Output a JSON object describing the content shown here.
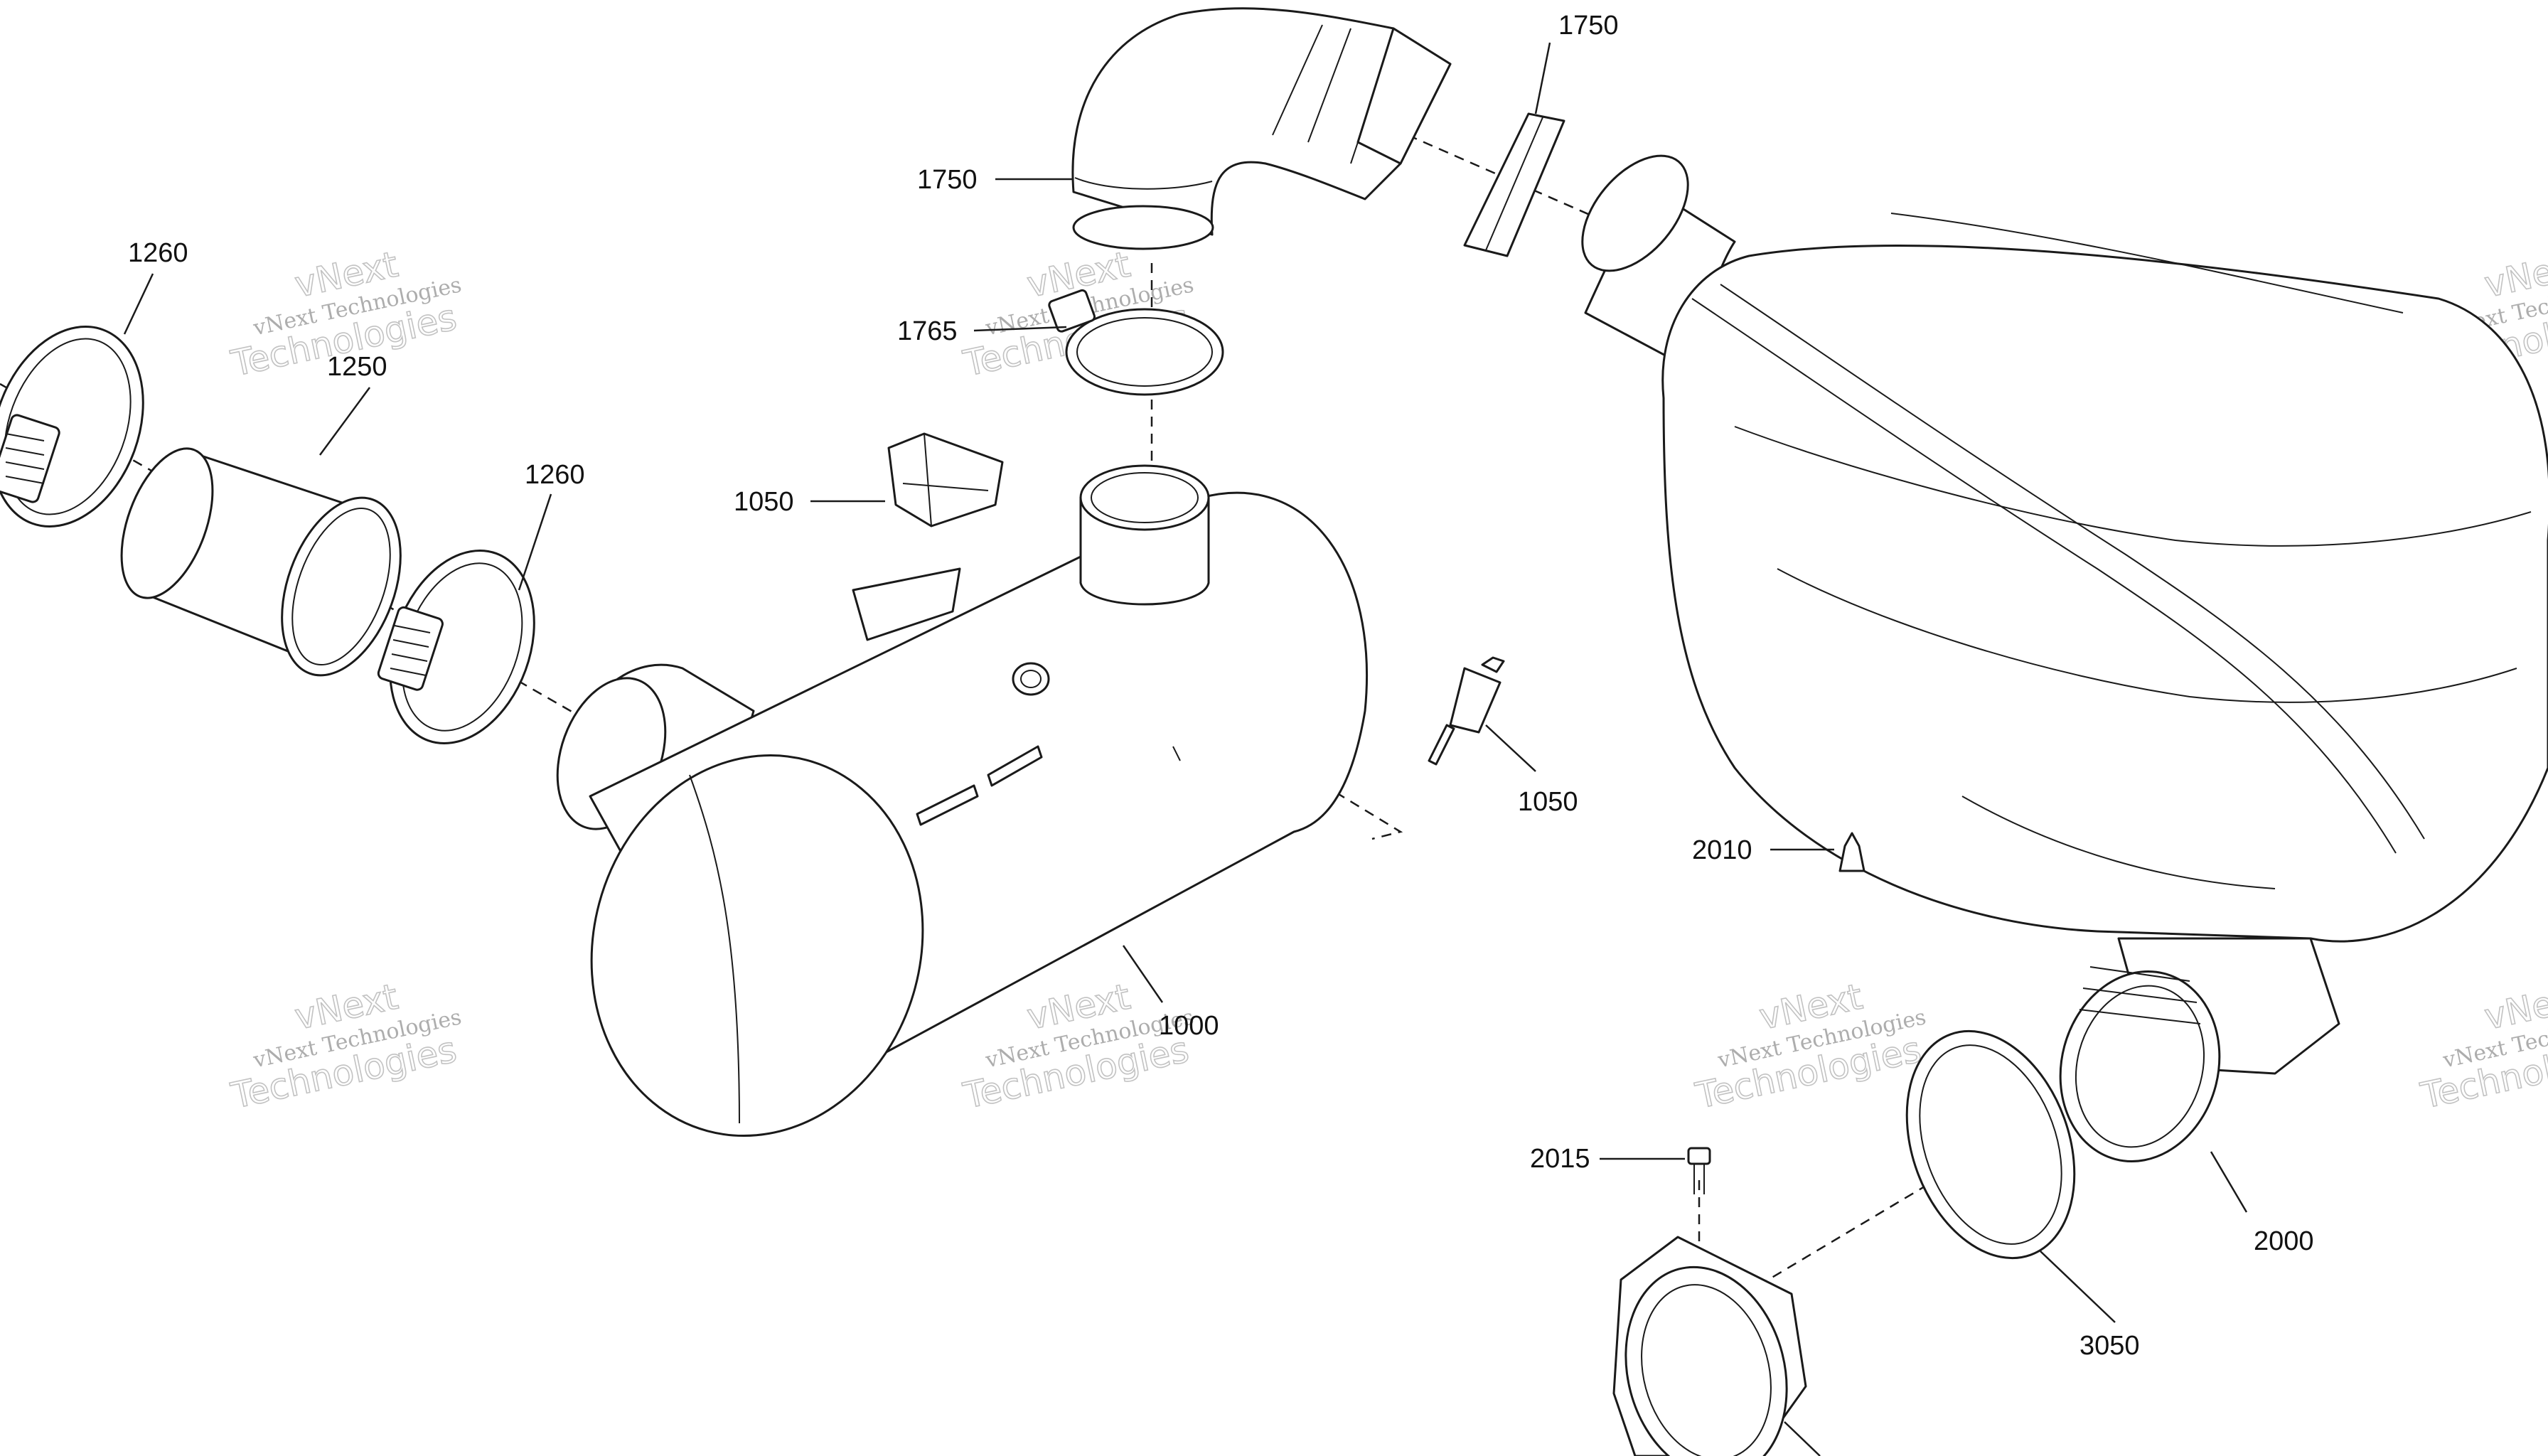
{
  "callouts": {
    "c1260_left": "1260",
    "c1250": "1250",
    "c1260_right": "1260",
    "c1750_left": "1750",
    "c1750_right": "1750",
    "c1765": "1765",
    "c1050_connector": "1050",
    "c1050_sensor": "1050",
    "c1000": "1000",
    "c2010": "2010",
    "c2015": "2015",
    "c2000": "2000",
    "c3050": "3050"
  },
  "watermark": {
    "line1": "vNext Technologies",
    "line2": "vNext",
    "line3": "Technologies"
  }
}
